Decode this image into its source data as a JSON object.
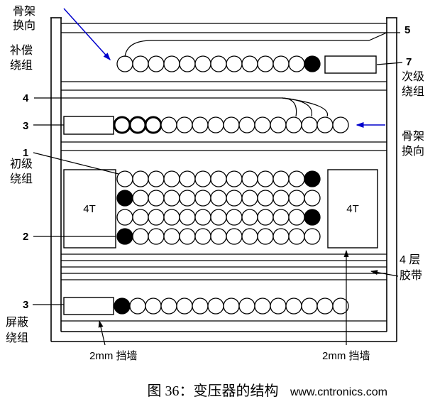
{
  "colors": {
    "blue": "#0000cc",
    "watermark": "#9bdd9b"
  },
  "annotations": {
    "bobbin_reverse_top": {
      "line1": "骨架",
      "line2": "换向"
    },
    "compensation": {
      "line1": "补偿",
      "line2": "绕组"
    },
    "primary": {
      "line1": "初级",
      "line2": "绕组"
    },
    "shield": {
      "line1": "屏蔽",
      "line2": "绕组"
    },
    "secondary": {
      "line1": "次级",
      "line2": "绕组"
    },
    "bobbin_reverse_right": {
      "line1": "骨架",
      "line2": "换向"
    },
    "tape_layers": {
      "line1": "4 层",
      "line2": "胶带"
    },
    "wall_left": "2mm 挡墙",
    "wall_right": "2mm 挡墙",
    "core_left": "4T",
    "core_right": "4T"
  },
  "numbers": {
    "n5": "5",
    "n7": "7",
    "n4": "4",
    "n3_top": "3",
    "n1": "1",
    "n2": "2",
    "n3_bottom": "3"
  },
  "caption": "图 36：变压器的结构",
  "watermark": "www.cntronics.com"
}
